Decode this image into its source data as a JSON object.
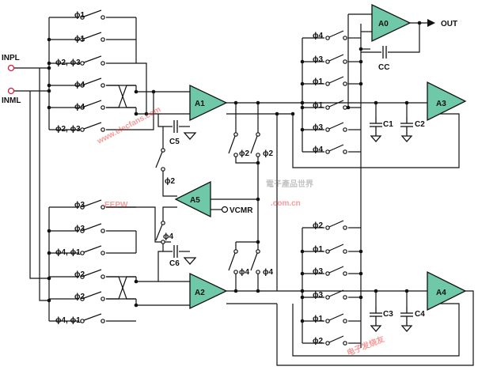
{
  "colors": {
    "amp_fill": "#6fc8a8",
    "wire": "#111111",
    "watermark": "#ee2020",
    "watermark_gray": "#888888"
  },
  "inputs": {
    "inpl": "INPL",
    "inml": "INML"
  },
  "output": {
    "label": "OUT"
  },
  "amplifiers": {
    "a0": "A0",
    "a1": "A1",
    "a2": "A2",
    "a3": "A3",
    "a4": "A4",
    "a5": "A5"
  },
  "capacitors": {
    "cc": "CC",
    "c1": "C1",
    "c2": "C2",
    "c3": "C3",
    "c4": "C4",
    "c5": "C5",
    "c6": "C6"
  },
  "vcmr": "VCMR",
  "phases": {
    "p1": "ϕ1",
    "p2": "ϕ2",
    "p3": "ϕ3",
    "p4": "ϕ4",
    "p23": "ϕ2, ϕ3",
    "p41": "ϕ4, ϕ1"
  },
  "watermarks": {
    "elecfans": "www.elecfans.com",
    "eepw": "EEPW",
    "eepw_cn": "電子產品世界",
    "eepw_com": ".com.cn",
    "bottom_cn": "电子发烧友"
  }
}
